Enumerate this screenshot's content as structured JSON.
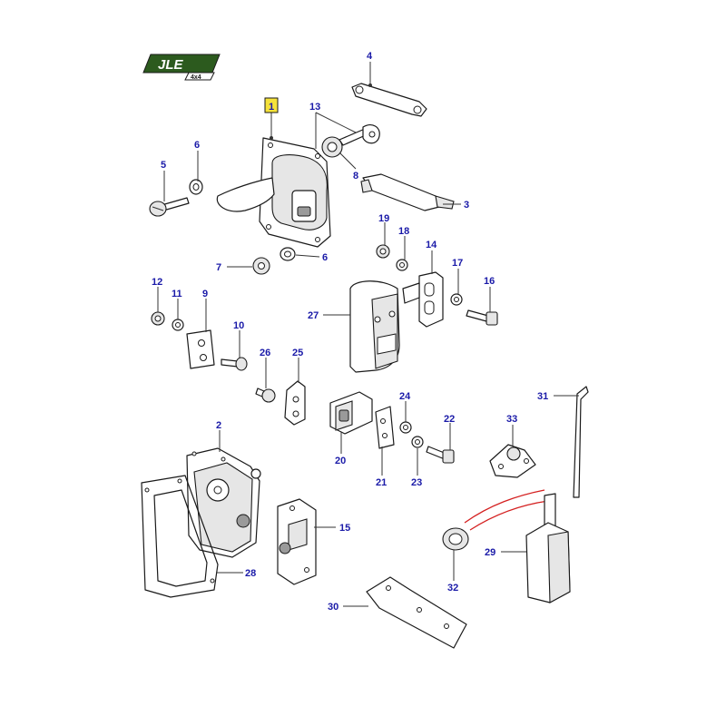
{
  "logo": {
    "text": "JLE",
    "subtext": "4x4",
    "color": "#2c5a1e"
  },
  "highlight_color": "#f5e23a",
  "callout_color": "#1a1aa8",
  "wire_color": "#d42020",
  "callouts": {
    "c1": "1",
    "c2": "2",
    "c3": "3",
    "c4": "4",
    "c5": "5",
    "c6a": "6",
    "c6b": "6",
    "c7": "7",
    "c8": "8",
    "c9": "9",
    "c10": "10",
    "c11": "11",
    "c12": "12",
    "c13": "13",
    "c14": "14",
    "c15": "15",
    "c16": "16",
    "c17": "17",
    "c18": "18",
    "c19": "19",
    "c20": "20",
    "c21": "21",
    "c22": "22",
    "c23": "23",
    "c24": "24",
    "c25": "25",
    "c26": "26",
    "c27": "27",
    "c28": "28",
    "c29": "29",
    "c30": "30",
    "c31": "31",
    "c32": "32",
    "c33": "33"
  }
}
